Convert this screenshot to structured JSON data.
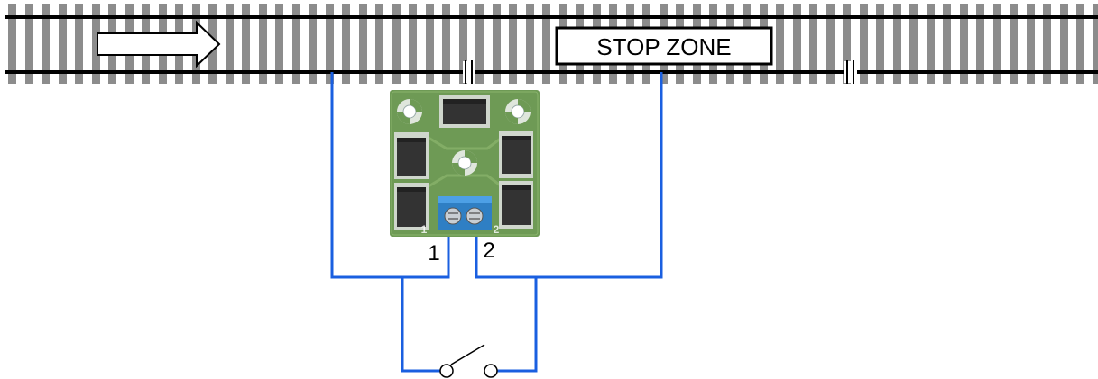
{
  "zone_label": "STOP ZONE",
  "terminal_labels": [
    "1",
    "2"
  ],
  "pcb_labels": [
    "1",
    "2"
  ],
  "colors": {
    "wire": "#1a5fe0",
    "rail": "#000000",
    "sleeper": "#8c8c8c",
    "pcb": "#6e9a55",
    "terminal": "#3a8fd6",
    "component": "#3a3a3a"
  },
  "icons": {
    "direction": "right-arrow-icon",
    "switch": "switch-icon"
  }
}
